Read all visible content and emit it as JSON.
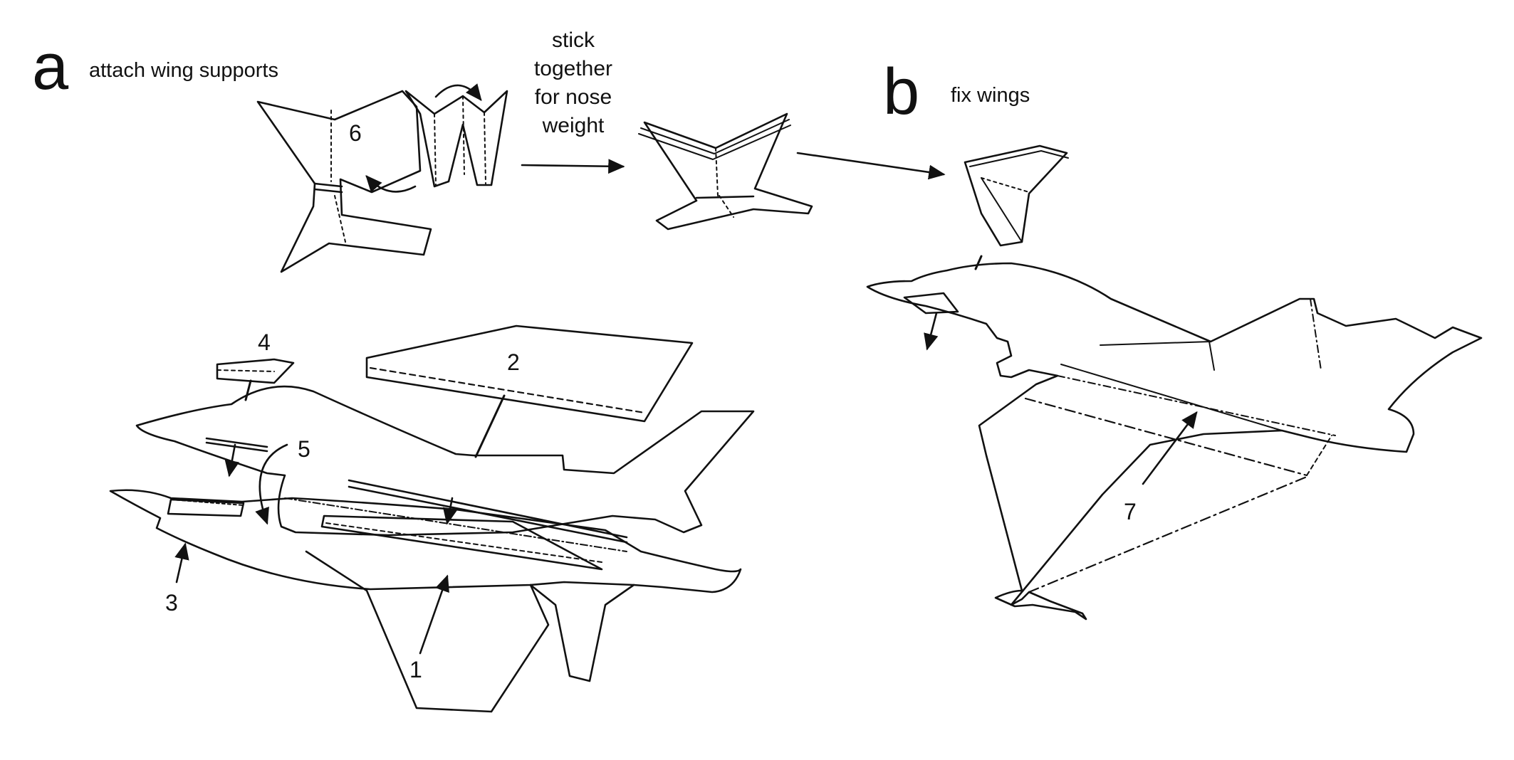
{
  "panels": {
    "a": {
      "letter": "a",
      "caption": "attach wing supports"
    },
    "b": {
      "letter": "b",
      "caption": "fix wings"
    }
  },
  "middle_note": [
    "stick",
    "together",
    "for nose",
    "weight"
  ],
  "labels": {
    "n1": "1",
    "n2": "2",
    "n3": "3",
    "n4": "4",
    "n5": "5",
    "n6": "6",
    "n7": "7"
  },
  "colors": {
    "ink": "#111111",
    "paper": "#ffffff"
  }
}
